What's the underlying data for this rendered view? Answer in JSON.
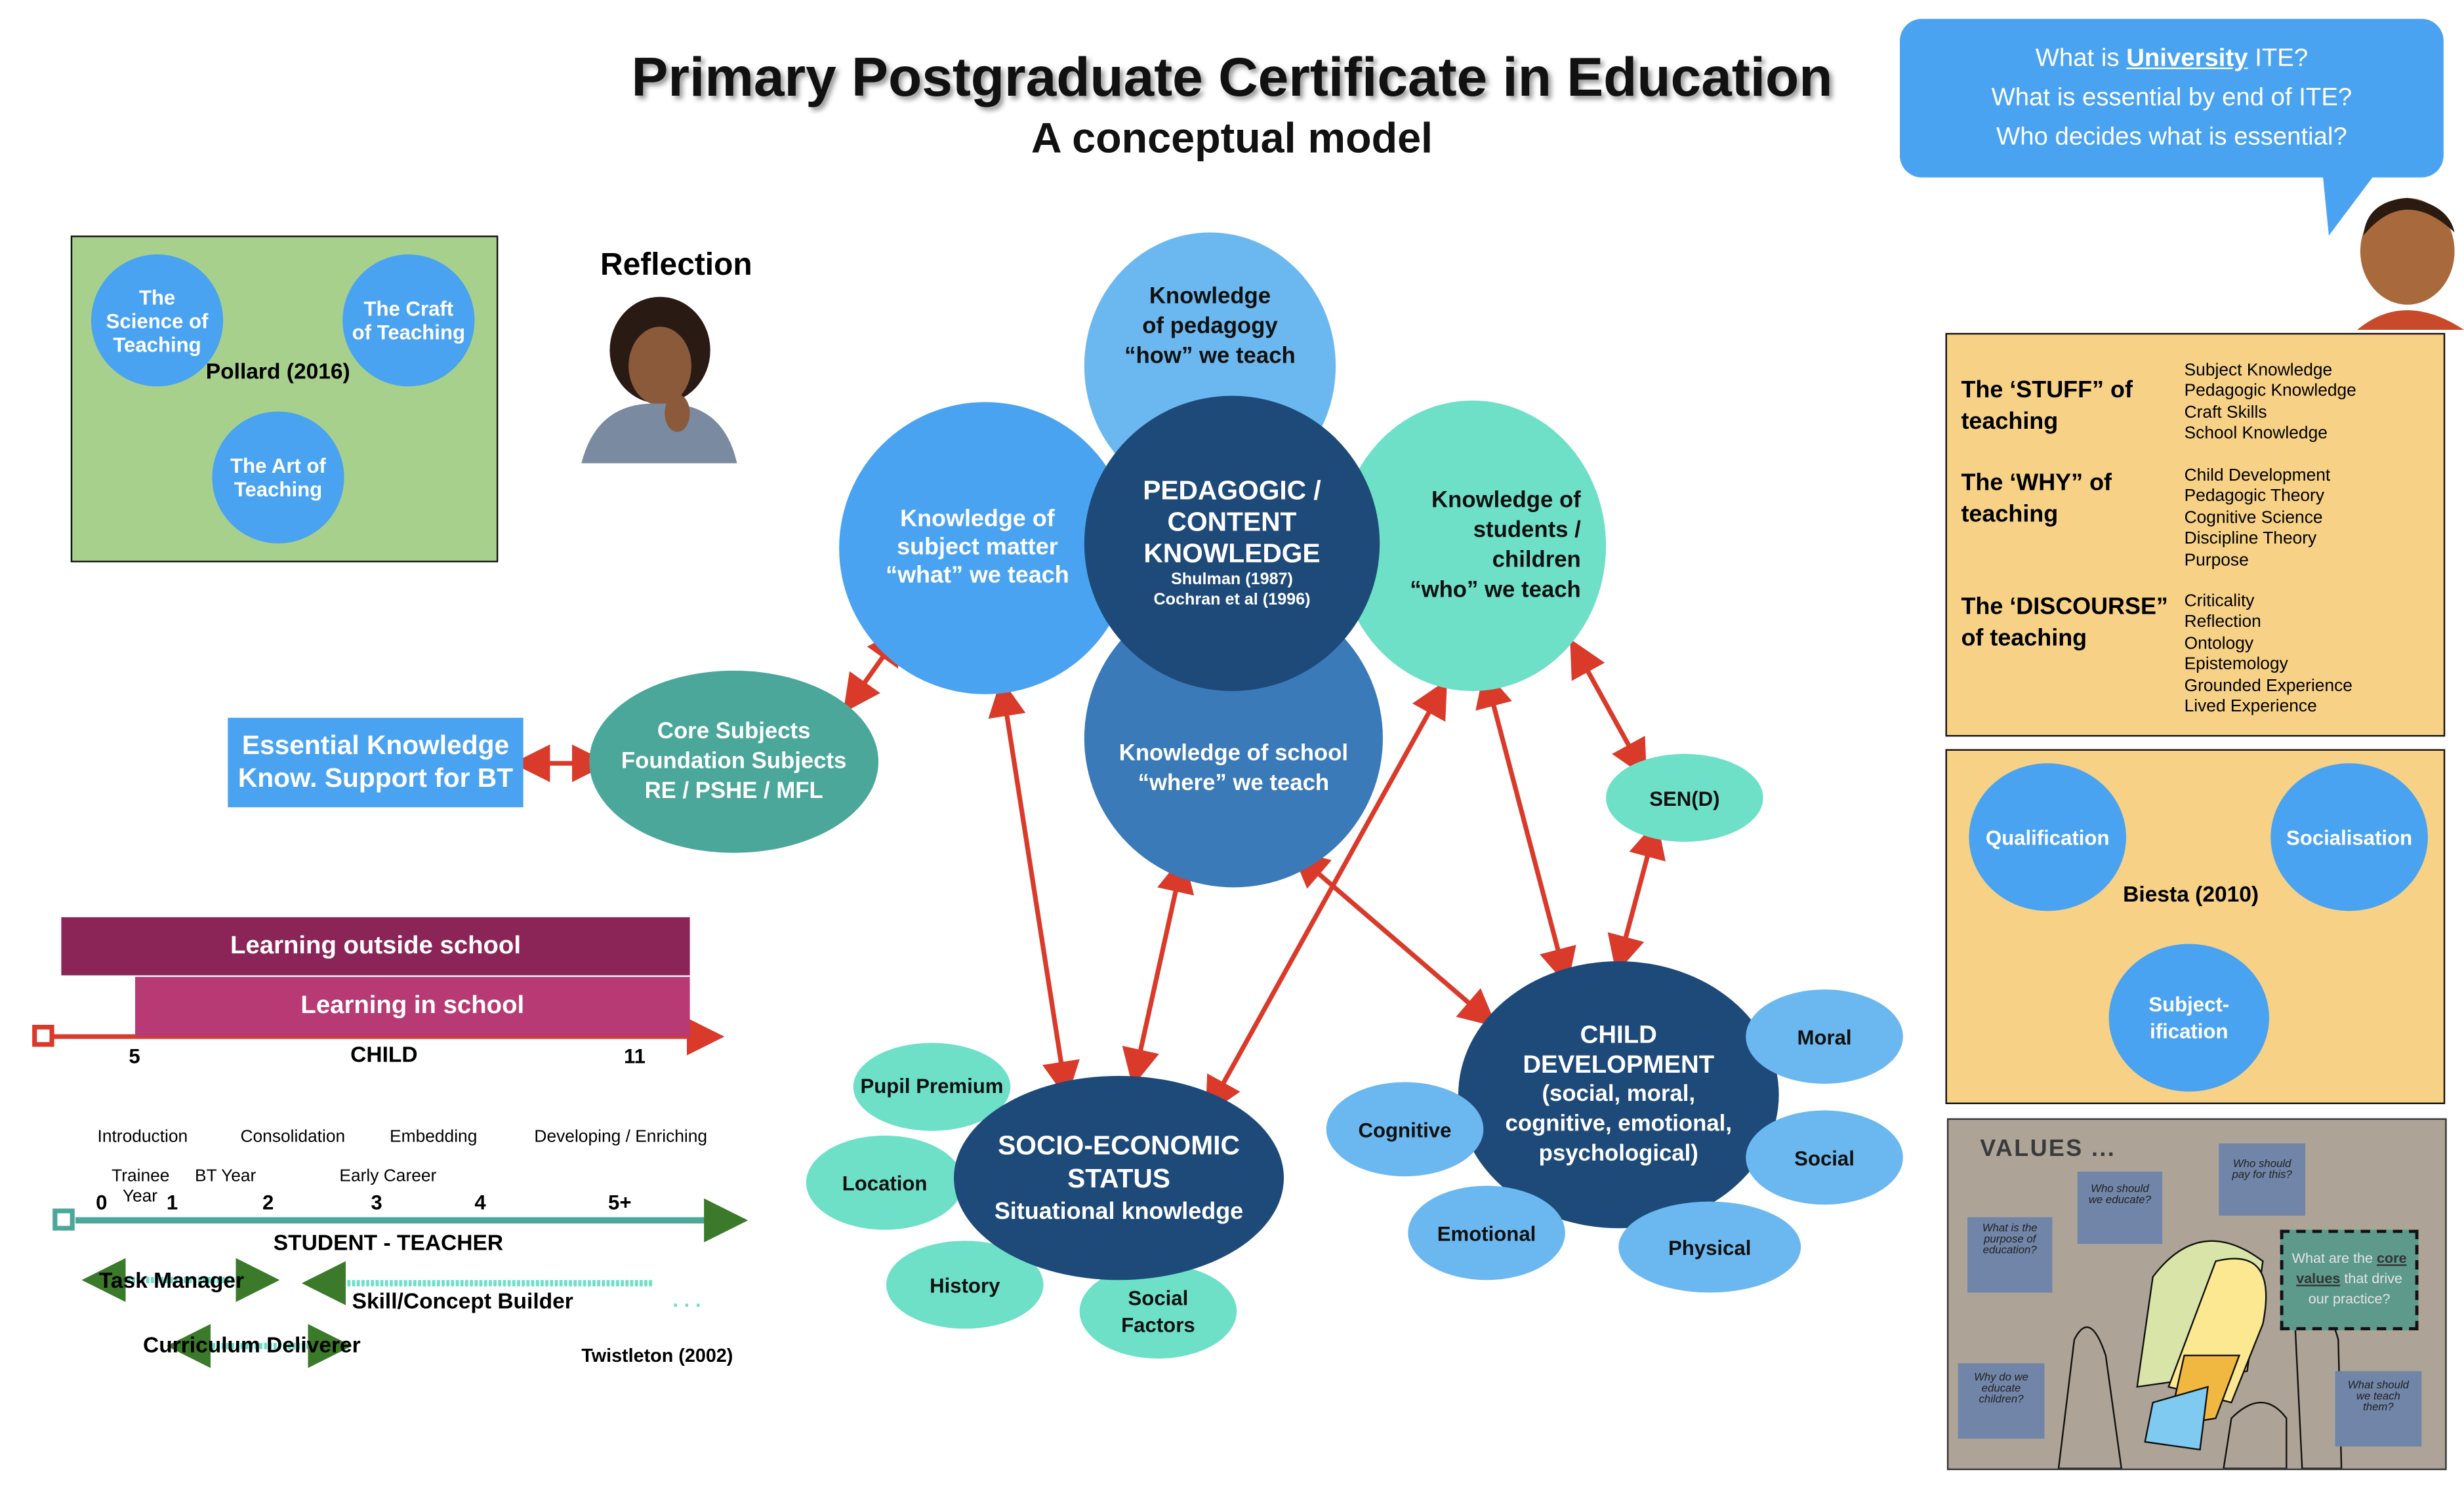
{
  "title": "Primary Postgraduate Certificate in Education",
  "subtitle": "A conceptual model",
  "bubble": {
    "line1_pre": "What is ",
    "line1_em": "University",
    "line1_post": " ITE?",
    "line2": "What is essential by end of ITE?",
    "line3": "Who decides what is essential?"
  },
  "pollard": {
    "science": "The Science of Teaching",
    "craft": "The Craft of Teaching",
    "art": "The Art of Teaching",
    "citation": "Pollard (2016)"
  },
  "reflection": "Reflection",
  "circles": {
    "pedagogy": {
      "l1": "Knowledge",
      "l2": "of pedagogy",
      "l3": "“how” we teach"
    },
    "subject": {
      "l1": "Knowledge of",
      "l2": "subject matter",
      "l3": "“what” we teach"
    },
    "pck": {
      "l1": "PEDAGOGIC /",
      "l2": "CONTENT",
      "l3": "KNOWLEDGE",
      "l4": "Shulman (1987)",
      "l5": "Cochran et al (1996)"
    },
    "students": {
      "l1": "Knowledge of",
      "l2": "students /",
      "l3": "children",
      "l4": "“who” we teach"
    },
    "school": {
      "l1": "Knowledge of school",
      "l2": "“where” we teach"
    },
    "core": {
      "l1": "Core Subjects",
      "l2": "Foundation Subjects",
      "l3": "RE / PSHE / MFL"
    },
    "send": "SEN(D)",
    "ses": {
      "l1": "SOCIO-ECONOMIC",
      "l2": "STATUS",
      "l3": "Situational knowledge"
    },
    "ses_factors": [
      "Pupil Premium",
      "Location",
      "History",
      "Social Factors"
    ],
    "child": {
      "l1": "CHILD",
      "l2": "DEVELOPMENT",
      "l3": "(social, moral,",
      "l4": "cognitive, emotional,",
      "l5": "psychological)"
    },
    "child_factors": [
      "Moral",
      "Cognitive",
      "Social",
      "Emotional",
      "Physical"
    ]
  },
  "essential": {
    "l1": "Essential Knowledge",
    "l2": "Know. Support for BT"
  },
  "learning": {
    "outside": "Learning outside school",
    "inside": "Learning in school",
    "start": "5",
    "label": "CHILD",
    "end": "11"
  },
  "career": {
    "phases": [
      "Introduction",
      "Consolidation",
      "Embedding",
      "Developing / Enriching"
    ],
    "stages": [
      "Trainee",
      "BT Year",
      "Early Career"
    ],
    "year_label": "Year",
    "ticks": [
      "0",
      "1",
      "2",
      "3",
      "4",
      "5+"
    ],
    "axis_label": "STUDENT - TEACHER",
    "roles": [
      "Task Manager",
      "Skill/Concept Builder",
      "Curriculum Deliverer"
    ],
    "ellipsis": ". . .",
    "citation": "Twistleton (2002)"
  },
  "teaching": [
    {
      "h1": "The ‘STUFF” of",
      "h2": "teaching",
      "items": [
        "Subject Knowledge",
        "Pedagogic Knowledge",
        "Craft Skills",
        "School Knowledge"
      ]
    },
    {
      "h1": "The ‘WHY” of",
      "h2": "teaching",
      "items": [
        "Child Development",
        "Pedagogic Theory",
        "Cognitive Science",
        "Discipline Theory",
        "Purpose"
      ]
    },
    {
      "h1": "The ‘DISCOURSE”",
      "h2": "of teaching",
      "items": [
        "Criticality",
        "Reflection",
        "Ontology",
        "Epistemology",
        "Grounded Experience",
        "Lived Experience"
      ]
    }
  ],
  "biesta": {
    "qualification": "Qualification",
    "socialisation": "Socialisation",
    "subjectification_1": "Subject-",
    "subjectification_2": "ification",
    "citation": "Biesta (2010)"
  },
  "values": {
    "title": "VALUES ...",
    "q_purpose": "What is the purpose of education?",
    "q_who_educate": "Who should we educate?",
    "q_pay": "Who should pay for this?",
    "q_why": "Why do we educate children?",
    "q_teach": "What should we teach them?",
    "core_pre": "What are the ",
    "core_em1": "core",
    "core_em2": "values",
    "core_post": " that drive our practice?"
  },
  "colors": {
    "red": "#d93a2a",
    "teal": "#4aa79a",
    "mint": "#6ee0c8",
    "blue": "#4aa3f0",
    "navy": "#1e4a7a",
    "green_arrow": "#3a7a2a"
  }
}
